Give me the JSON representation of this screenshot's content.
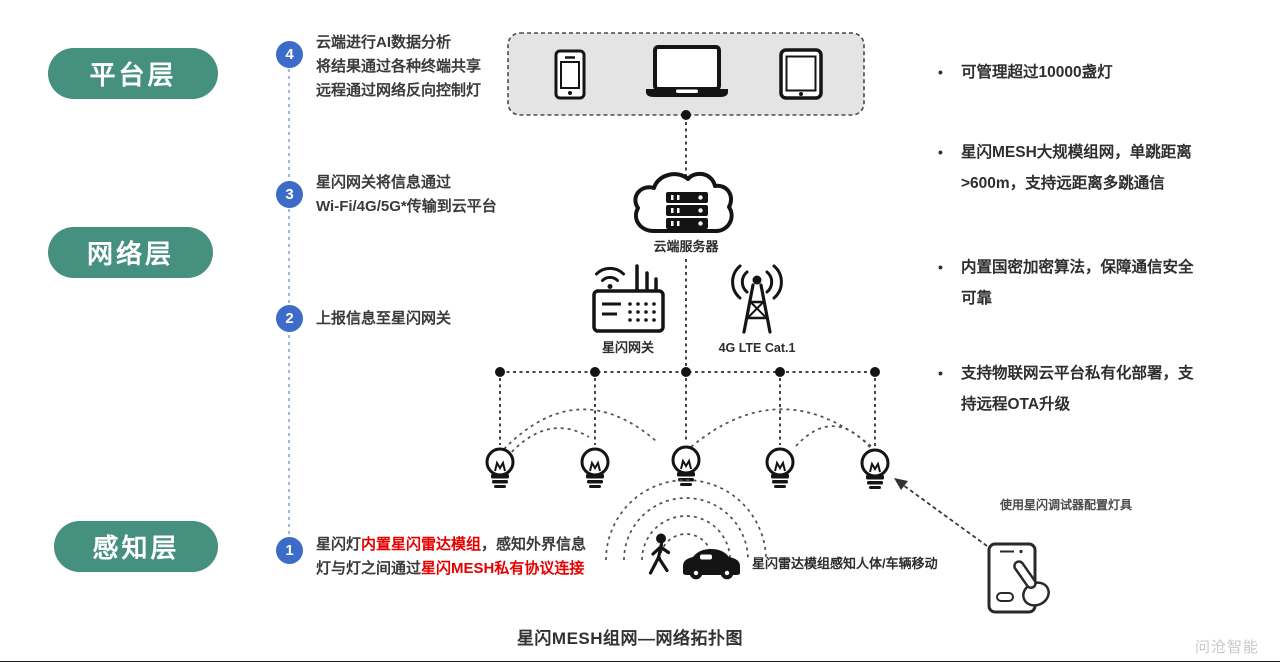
{
  "title": "星闪MESH组网—网络拓扑图",
  "watermark": "问沧智能",
  "bullet_char": "•",
  "layers": {
    "platform": "平台层",
    "network": "网络层",
    "perception": "感知层"
  },
  "steps": {
    "step4": {
      "num": "4",
      "line1": "云端进行AI数据分析",
      "line2": "将结果通过各种终端共享",
      "line3": "远程通过网络反向控制灯"
    },
    "step3": {
      "num": "3",
      "line1": "星闪网关将信息通过",
      "line2": "Wi-Fi/4G/5G*传输到云平台"
    },
    "step2": {
      "num": "2",
      "line1": "上报信息至星闪网关"
    },
    "step1": {
      "num": "1",
      "line1_pre": "星闪灯",
      "line1_red": "内置星闪雷达模组",
      "line1_post": "，感知外界信息",
      "line2_pre": "灯与灯之间通过",
      "line2_red": "星闪MESH私有协议连接"
    }
  },
  "diagram": {
    "cloud_server_label": "云端服务器",
    "gateway_label": "星闪网关",
    "lte_label": "4G LTE Cat.1",
    "radar_label": "星闪雷达模组感知人体/车辆移动",
    "debugger_label": "使用星闪调试器配置灯具",
    "icons": [
      "smartphone-icon",
      "laptop-icon",
      "tablet-icon",
      "cloud-server-icon",
      "gateway-router-icon",
      "lte-tower-icon",
      "light-bulb-icon",
      "radar-waves-icon",
      "pedestrian-icon",
      "car-icon",
      "touch-phone-icon",
      "dashed-arrow-icon"
    ]
  },
  "features": [
    {
      "lines": [
        "可管理超过10000盏灯"
      ]
    },
    {
      "lines": [
        "星闪MESH大规模组网，单跳距离",
        ">600m，支持远距离多跳通信"
      ]
    },
    {
      "lines": [
        "内置国密加密算法，保障通信安全",
        "可靠"
      ]
    },
    {
      "lines": [
        "支持物联网云平台私有化部署，支",
        "持远程OTA升级"
      ]
    }
  ],
  "colors": {
    "layer_pill": "#45907E",
    "step_badge": "#3D6CC8",
    "connector_blue": "#9DB7E2",
    "highlight_red": "#E60000",
    "icon_ink": "#141414",
    "box_fill": "#E4E4E4",
    "watermark_gray": "#C6C9C6"
  }
}
